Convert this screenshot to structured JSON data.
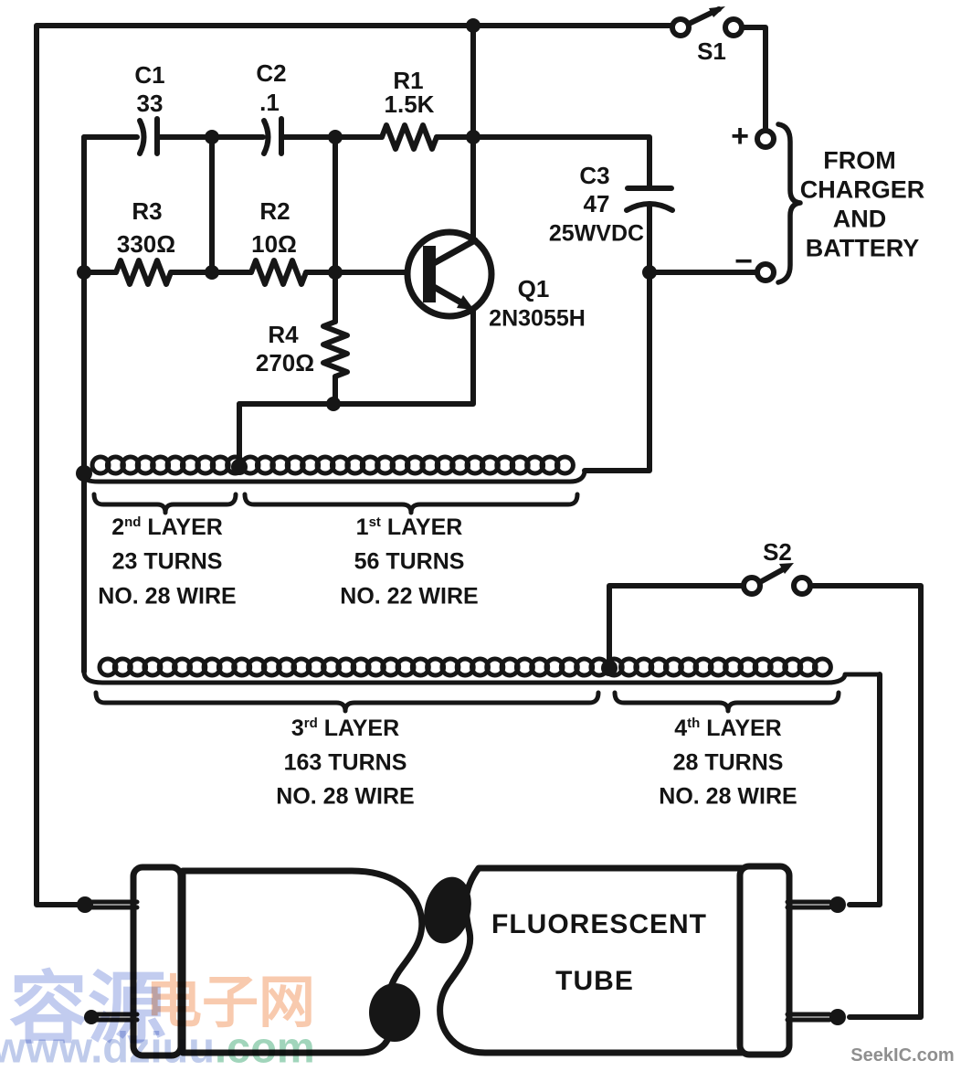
{
  "components": {
    "c1": {
      "ref": "C1",
      "value": "33"
    },
    "c2": {
      "ref": "C2",
      "value": ".1"
    },
    "c3": {
      "ref": "C3",
      "value": "47",
      "rating": "25WVDC"
    },
    "r1": {
      "ref": "R1",
      "value": "1.5K"
    },
    "r2": {
      "ref": "R2",
      "value": "10Ω"
    },
    "r3": {
      "ref": "R3",
      "value": "330Ω"
    },
    "r4": {
      "ref": "R4",
      "value": "270Ω"
    },
    "q1": {
      "ref": "Q1",
      "part": "2N3055H"
    },
    "s1": {
      "ref": "S1"
    },
    "s2": {
      "ref": "S2"
    }
  },
  "battery": {
    "plus_sign": "+",
    "minus_sign": "−",
    "label_lines": [
      "FROM",
      "CHARGER",
      "AND",
      "BATTERY"
    ]
  },
  "windings": [
    {
      "ordinal": "2",
      "suffix": "nd",
      "name": " LAYER",
      "turns": "23 TURNS",
      "wire": "NO. 28 WIRE"
    },
    {
      "ordinal": "1",
      "suffix": "st",
      "name": " LAYER",
      "turns": "56 TURNS",
      "wire": "NO. 22 WIRE"
    },
    {
      "ordinal": "3",
      "suffix": "rd",
      "name": " LAYER",
      "turns": "163 TURNS",
      "wire": "NO. 28 WIRE"
    },
    {
      "ordinal": "4",
      "suffix": "th",
      "name": " LAYER",
      "turns": "28 TURNS",
      "wire": "NO. 28 WIRE"
    }
  ],
  "tube": {
    "label_line1": "FLUORESCENT",
    "label_line2": "TUBE"
  },
  "watermarks": {
    "cn_blue": "容源",
    "cn_orange": "电子网",
    "url_left": "www.dziuu",
    "url_right": ".com",
    "seekic": "SeekIC.com"
  }
}
